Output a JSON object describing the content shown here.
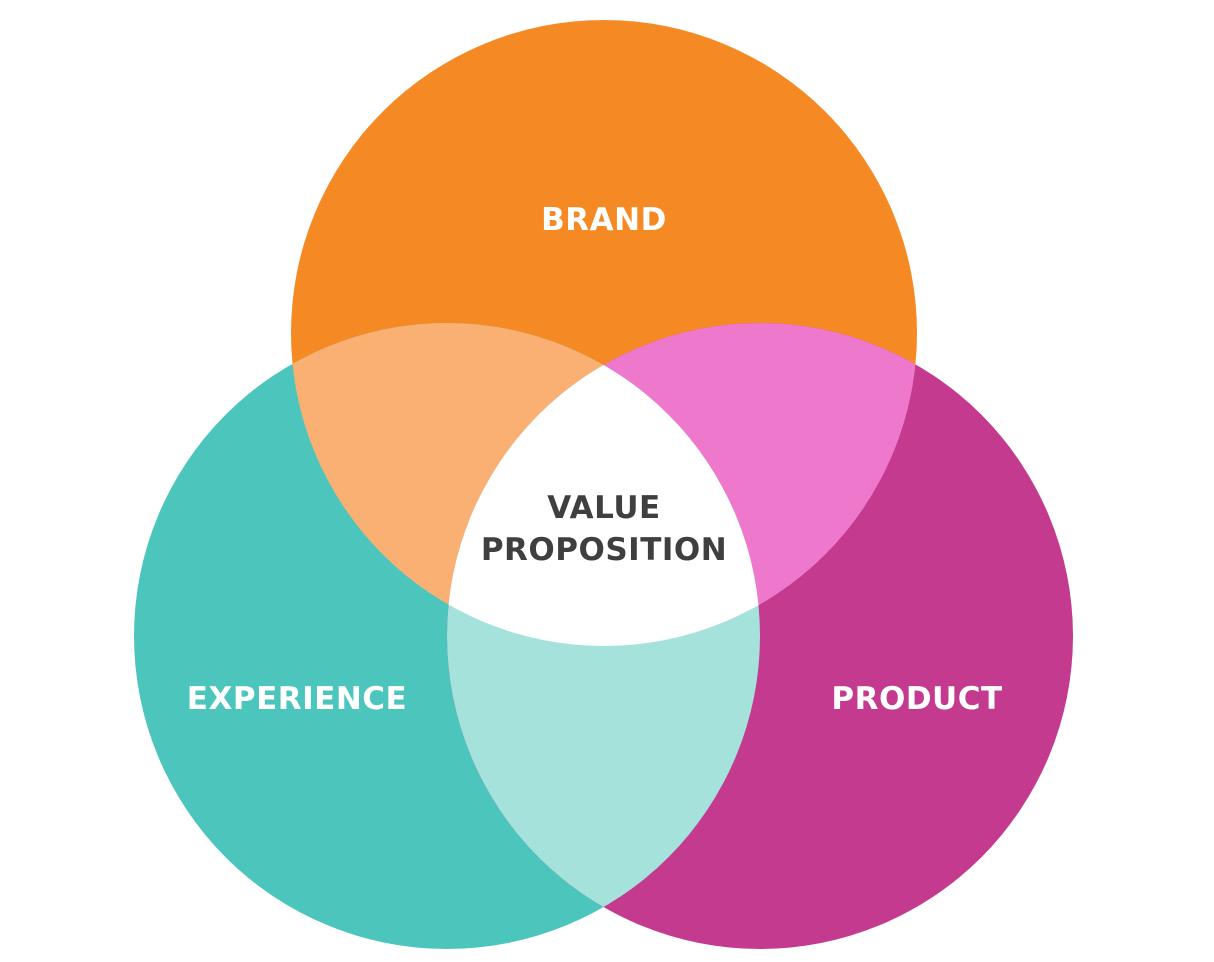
{
  "diagram": {
    "type": "venn",
    "sets": [
      {
        "id": "brand",
        "label": "BRAND",
        "color": "#F58A25"
      },
      {
        "id": "experience",
        "label": "EXPERIENCE",
        "color": "#4CC5BC"
      },
      {
        "id": "product",
        "label": "PRODUCT",
        "color": "#C33A8F"
      }
    ],
    "intersections": {
      "brand_experience_color": "#FAB073",
      "brand_product_color": "#EE78CC",
      "experience_product_color": "#A5E2DC",
      "all_color": "#FFFFFF"
    },
    "center": {
      "line1": "VALUE",
      "line2": "PROPOSITION"
    }
  }
}
